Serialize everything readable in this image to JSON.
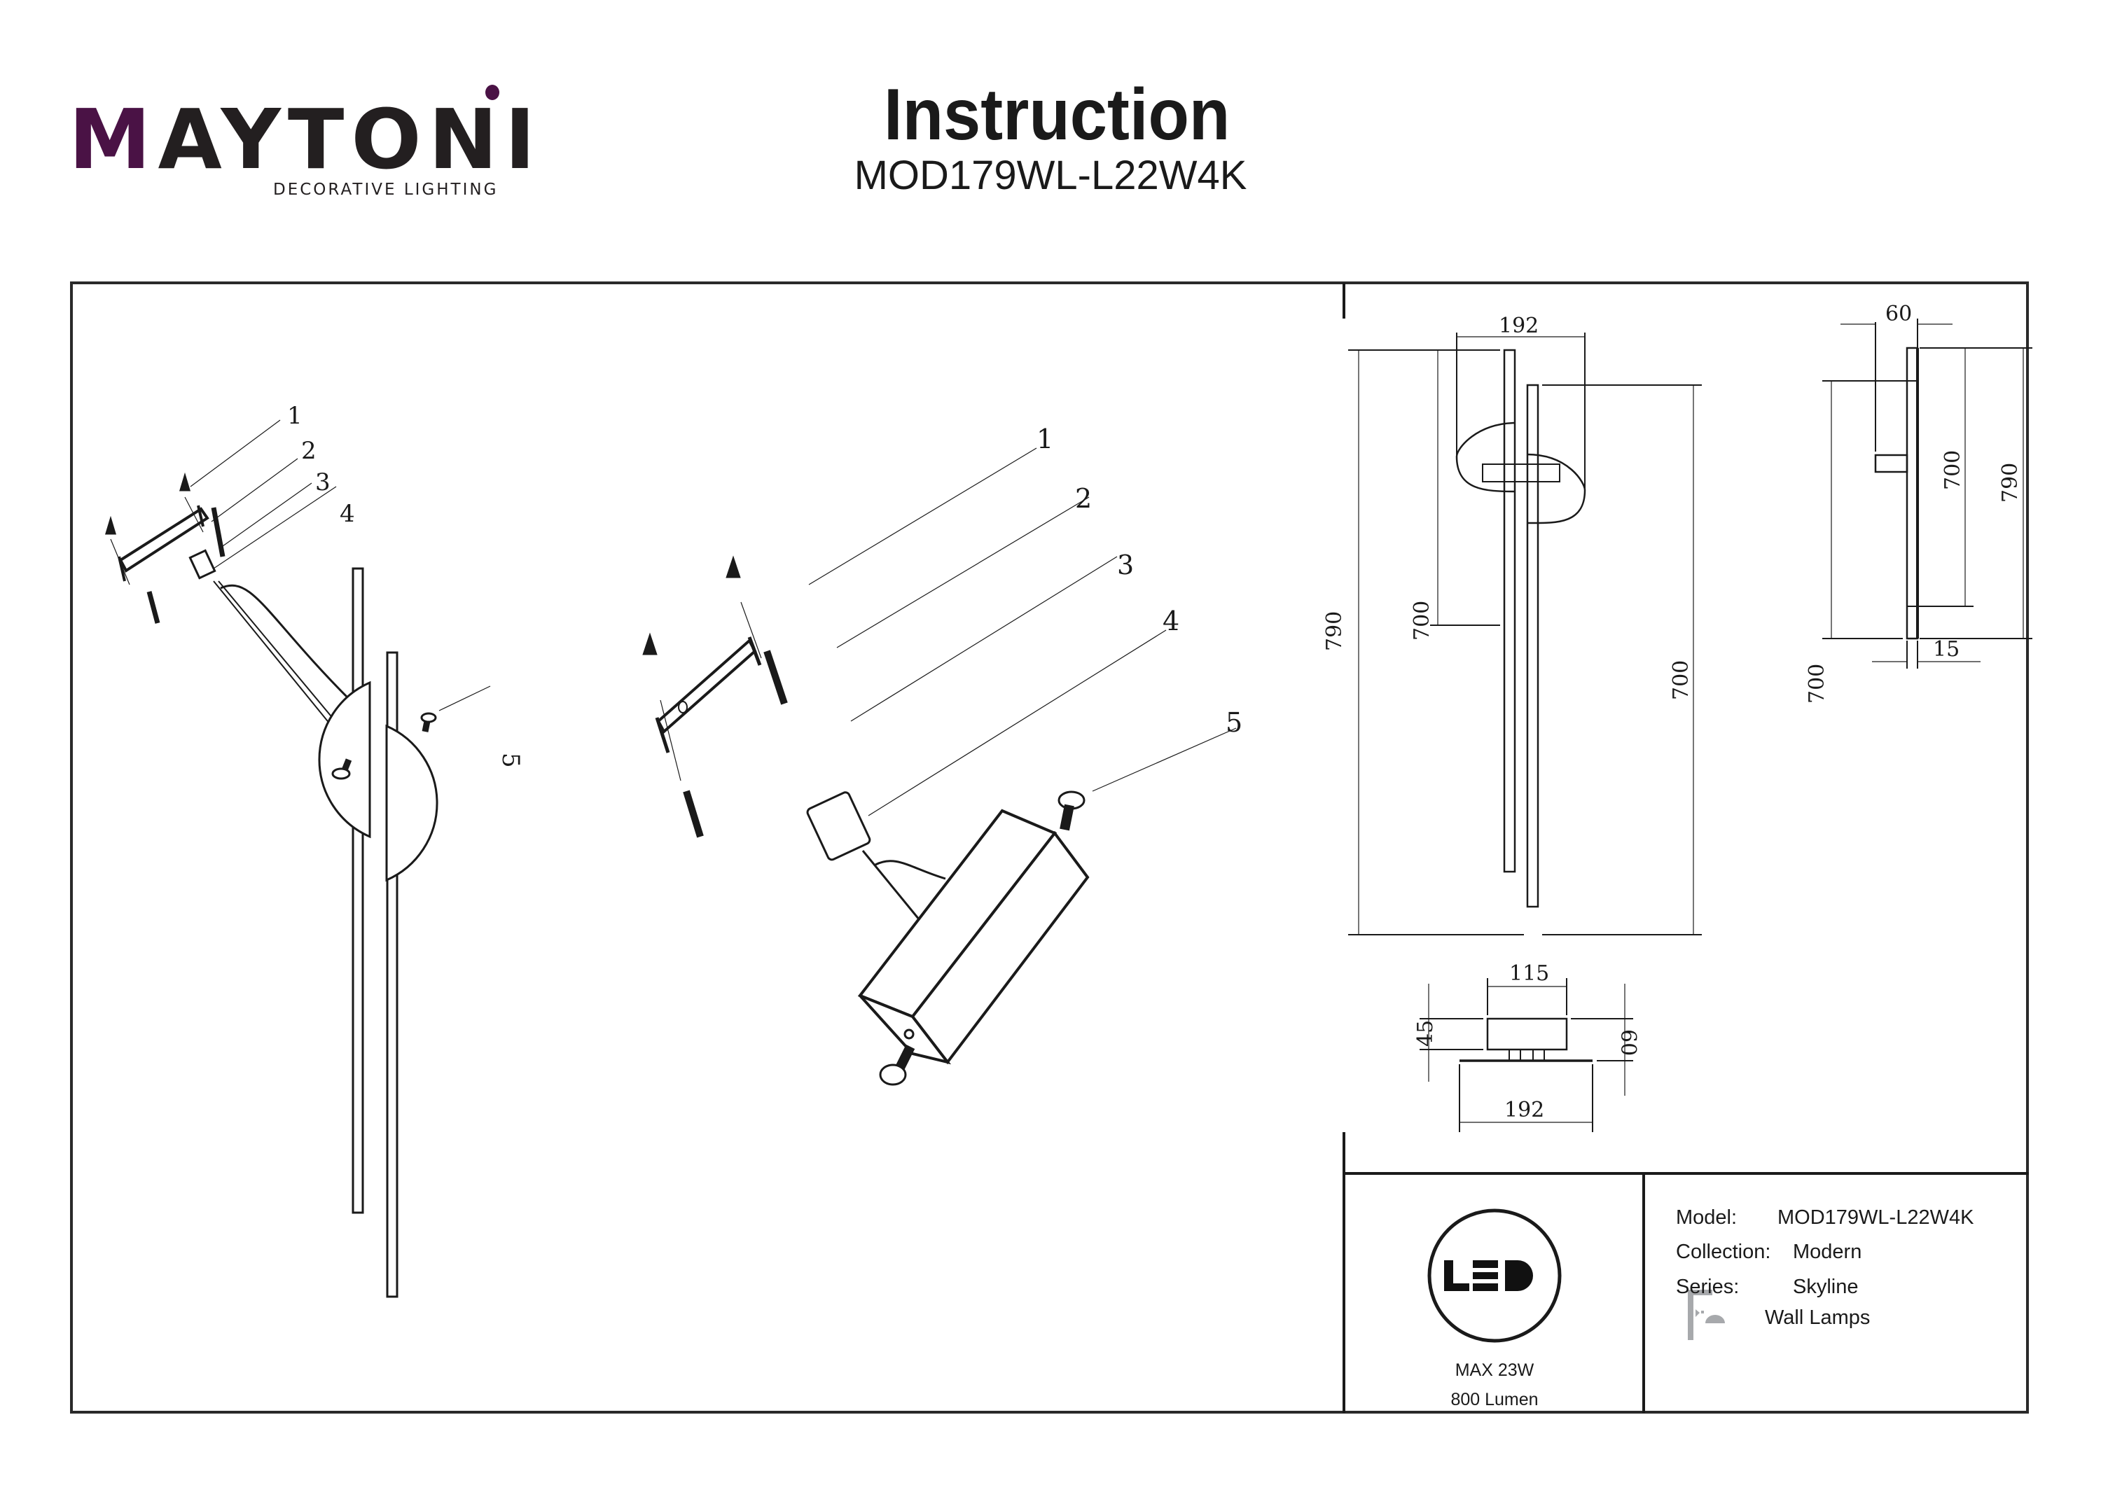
{
  "brand": {
    "name_prefix": "M",
    "name_rest": "AYTON",
    "name_end": "I",
    "tagline": "DECORATIVE LIGHTING",
    "accent_color": "#4a1245"
  },
  "header": {
    "title": "Instruction",
    "model_code": "MOD179WL-L22W4K"
  },
  "assembly": {
    "callouts_small": [
      "1",
      "2",
      "3",
      "4",
      "5"
    ],
    "callouts_large": [
      "1",
      "2",
      "3",
      "4",
      "5"
    ]
  },
  "dimensions": {
    "front_view": {
      "width_top": "192",
      "total_height": "790",
      "bar_left_height": "700",
      "bar_right_height": "700"
    },
    "side_view": {
      "depth": "60",
      "bar_thickness": "15",
      "height_left": "700",
      "height_inner": "700",
      "total_height": "790"
    },
    "top_view": {
      "body_width": "115",
      "body_depth": "45",
      "total_depth": "60",
      "total_width": "192"
    }
  },
  "title_block": {
    "led_badge": "LED",
    "power": "MAX 23W",
    "lumen": "800 Lumen",
    "model_label": "Model:",
    "model_value": "MOD179WL-L22W4K",
    "collection_label": "Collection:",
    "collection_value": "Modern",
    "series_label": "Series:",
    "series_value": "Skyline",
    "category": "Wall Lamps",
    "icon_color": "#a7a9ac"
  }
}
